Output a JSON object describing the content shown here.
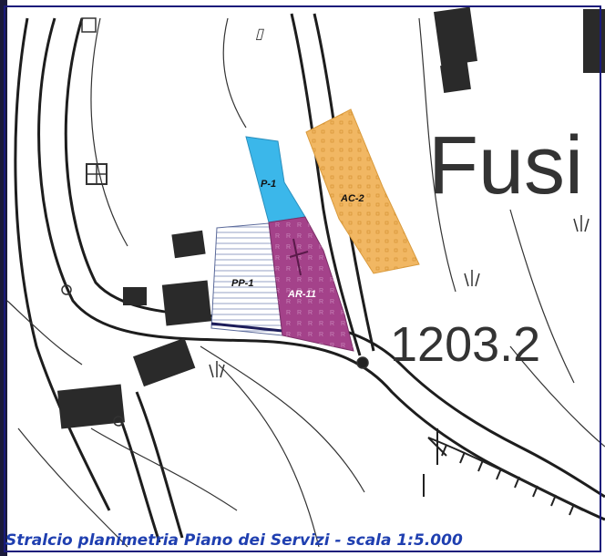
{
  "map": {
    "place_name": "Fusi",
    "height_label": "1203.2",
    "caption": "Stralcio planimetria Piano dei Servizi - scala 1:5.000",
    "zones": [
      {
        "code": "P-1",
        "color": "#3bb7ea"
      },
      {
        "code": "AC-2",
        "color": "#f1b763"
      },
      {
        "code": "PP-1",
        "color": "#c9d4e8"
      },
      {
        "code": "AR-11",
        "color": "#a4428a"
      }
    ]
  }
}
